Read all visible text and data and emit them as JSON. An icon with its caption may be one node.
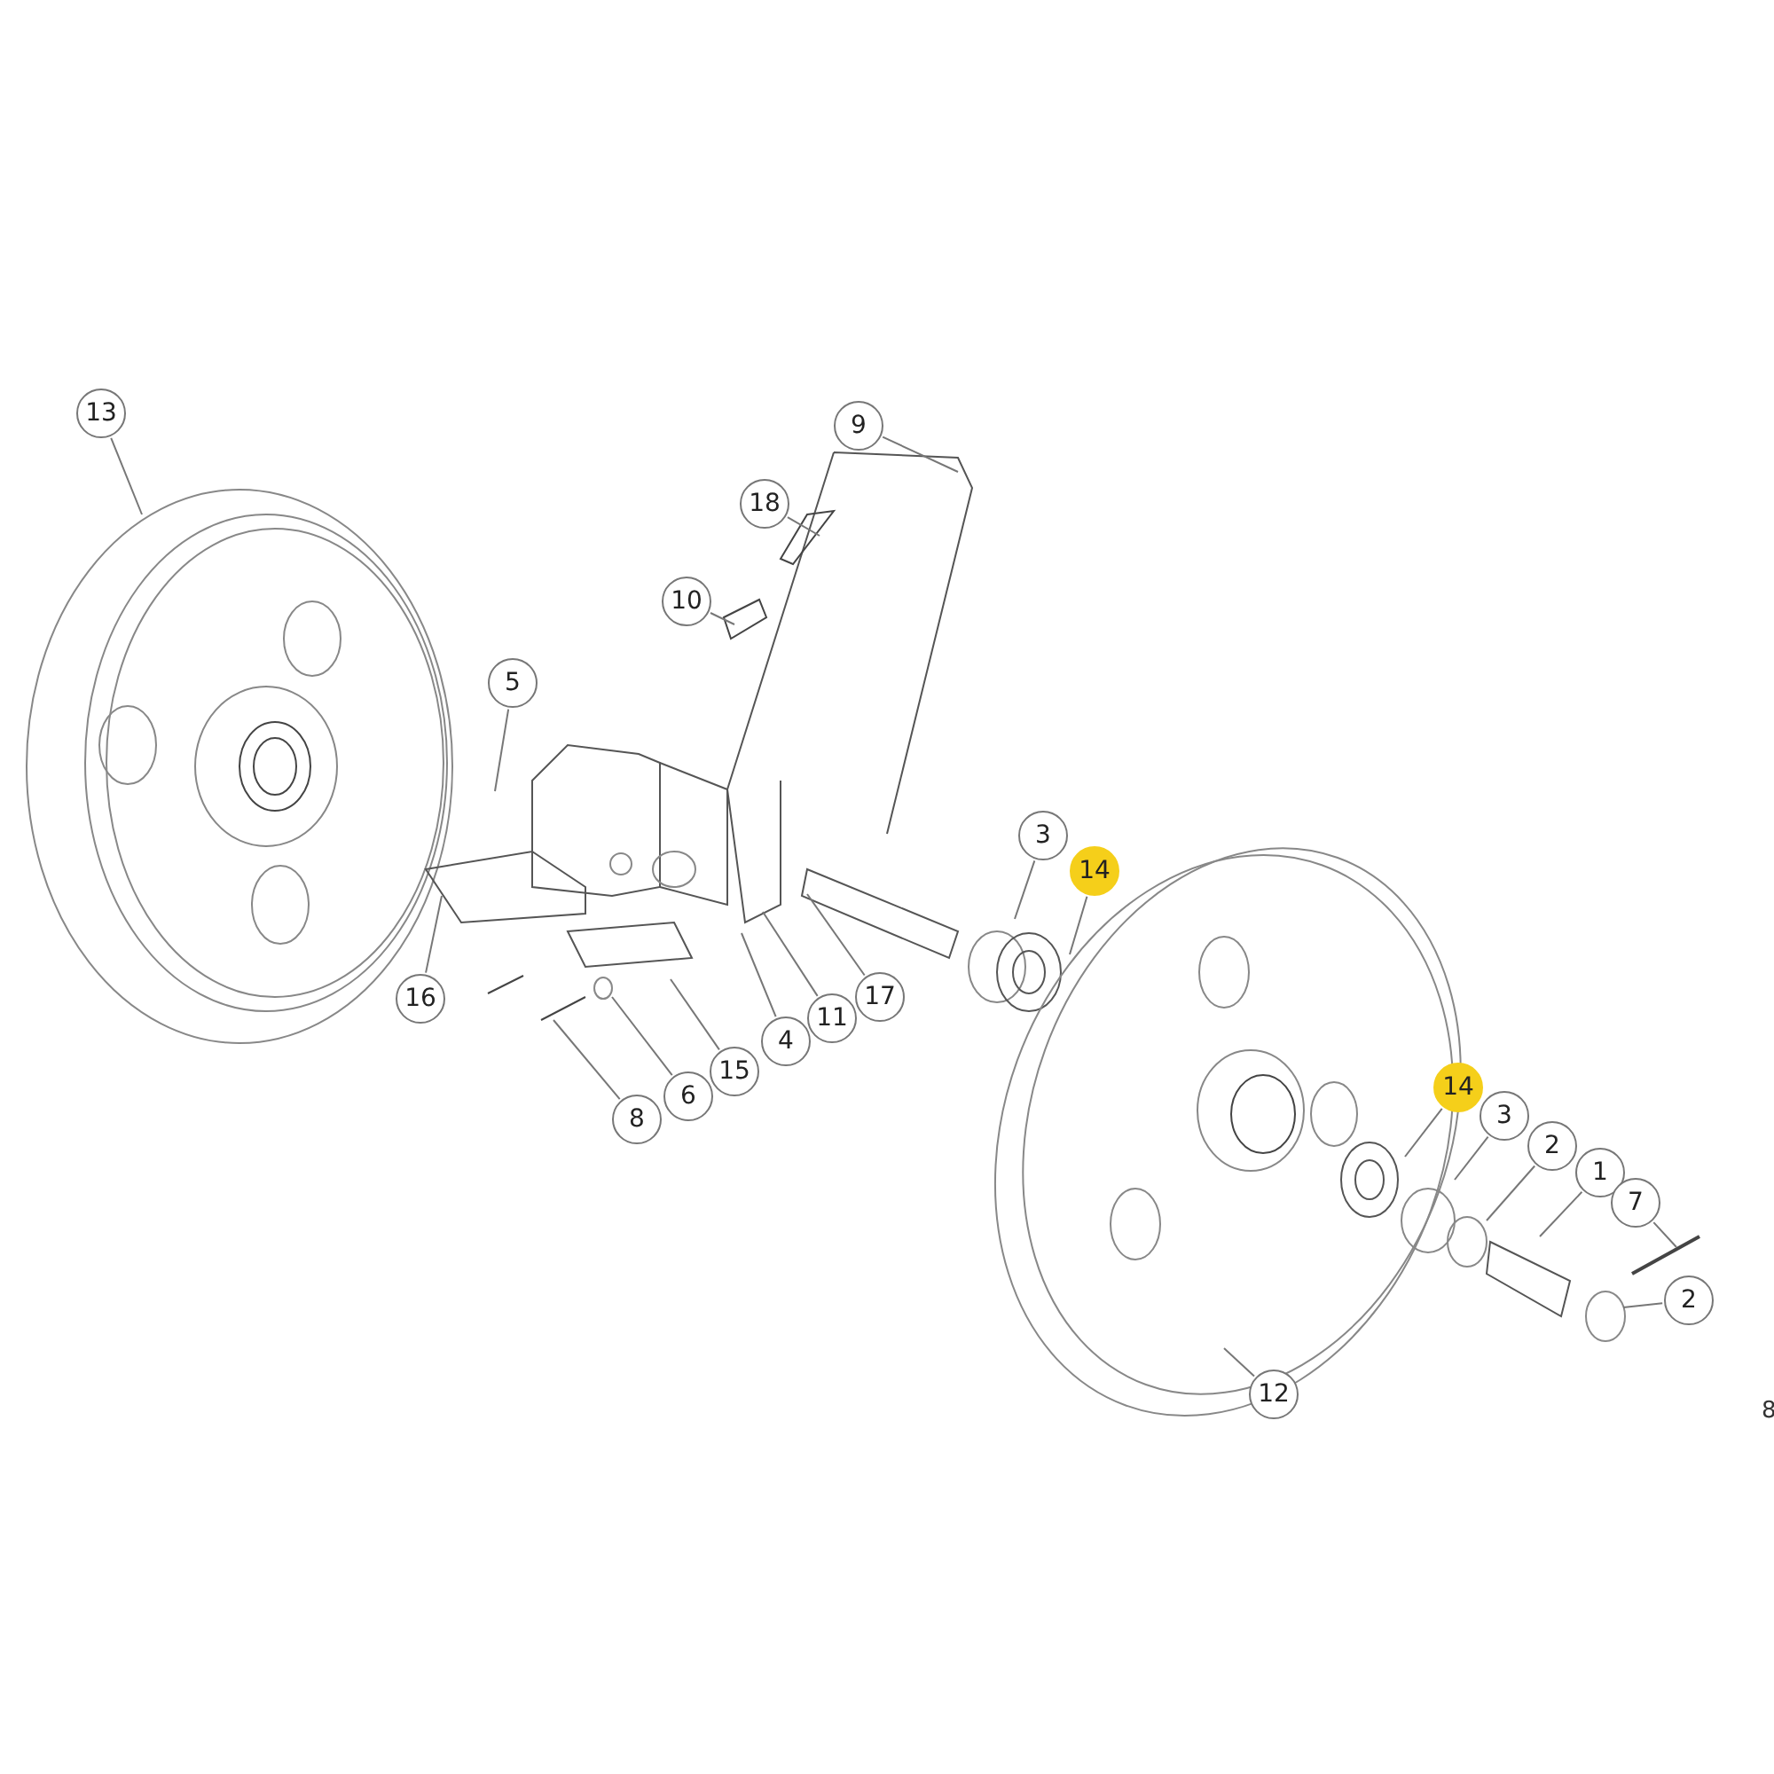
{
  "diagram": {
    "nodes": [
      {
        "text": [
          "13"
        ]
      },
      {
        "text": [
          "9"
        ]
      },
      {
        "text": [
          "18"
        ]
      },
      {
        "text": [
          "10"
        ]
      },
      {
        "text": [
          "5"
        ]
      },
      {
        "text": [
          "16"
        ]
      },
      {
        "text": [
          "8"
        ]
      },
      {
        "text": [
          "6"
        ]
      },
      {
        "text": [
          "15"
        ]
      },
      {
        "text": [
          "4"
        ]
      },
      {
        "text": [
          "11"
        ]
      },
      {
        "text": [
          "17"
        ]
      },
      {
        "text": [
          "3"
        ]
      },
      {
        "text": [
          "14"
        ]
      },
      {
        "text": [
          "14"
        ]
      },
      {
        "text": [
          "3"
        ]
      },
      {
        "text": [
          "2"
        ]
      },
      {
        "text": [
          "1"
        ]
      },
      {
        "text": [
          "7"
        ]
      },
      {
        "text": [
          "2"
        ]
      },
      {
        "text": [
          "12"
        ]
      }
    ],
    "edges": [
      {
        "from": 0,
        "to": null,
        "arrow": "none"
      },
      {
        "from": 1,
        "to": null,
        "arrow": "none"
      },
      {
        "from": 2,
        "to": null,
        "arrow": "none"
      },
      {
        "from": 3,
        "to": null,
        "arrow": "none"
      },
      {
        "from": 4,
        "to": null,
        "arrow": "none"
      },
      {
        "from": 5,
        "to": null,
        "arrow": "none"
      },
      {
        "from": 6,
        "to": null,
        "arrow": "none"
      },
      {
        "from": 7,
        "to": null,
        "arrow": "none"
      },
      {
        "from": 8,
        "to": null,
        "arrow": "none"
      },
      {
        "from": 9,
        "to": null,
        "arrow": "none"
      },
      {
        "from": 10,
        "to": null,
        "arrow": "none"
      },
      {
        "from": 11,
        "to": null,
        "arrow": "none"
      },
      {
        "from": 12,
        "to": null,
        "arrow": "none"
      },
      {
        "from": 13,
        "to": null,
        "arrow": "none"
      },
      {
        "from": 14,
        "to": null,
        "arrow": "none"
      },
      {
        "from": 15,
        "to": null,
        "arrow": "none"
      },
      {
        "from": 16,
        "to": null,
        "arrow": "none"
      },
      {
        "from": 17,
        "to": null,
        "arrow": "none"
      },
      {
        "from": 18,
        "to": null,
        "arrow": "none"
      },
      {
        "from": 19,
        "to": null,
        "arrow": "none"
      },
      {
        "from": 20,
        "to": null,
        "arrow": "none"
      }
    ],
    "labels": [
      "8"
    ]
  }
}
